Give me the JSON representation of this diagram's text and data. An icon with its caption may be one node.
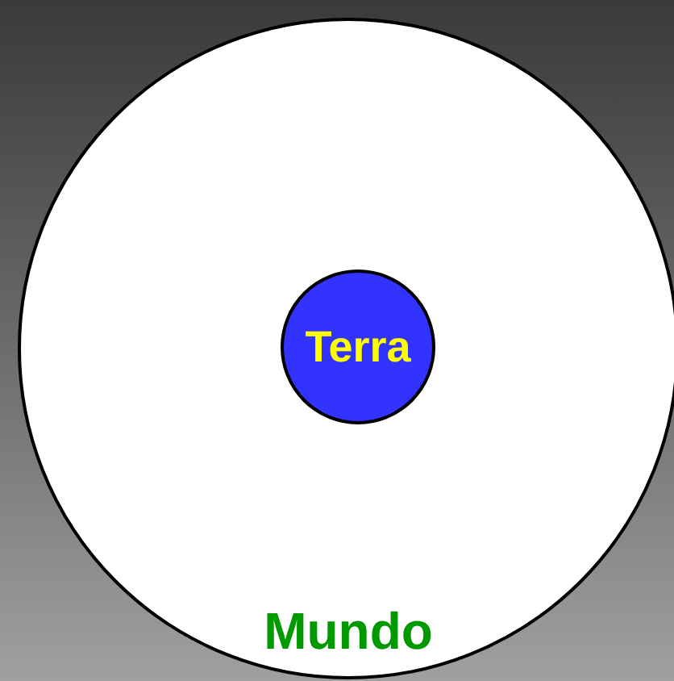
{
  "diagram": {
    "nodes": [
      {
        "text": [
          "Mundo"
        ]
      },
      {
        "text": [
          "Terra"
        ],
        "in": 0
      }
    ]
  }
}
